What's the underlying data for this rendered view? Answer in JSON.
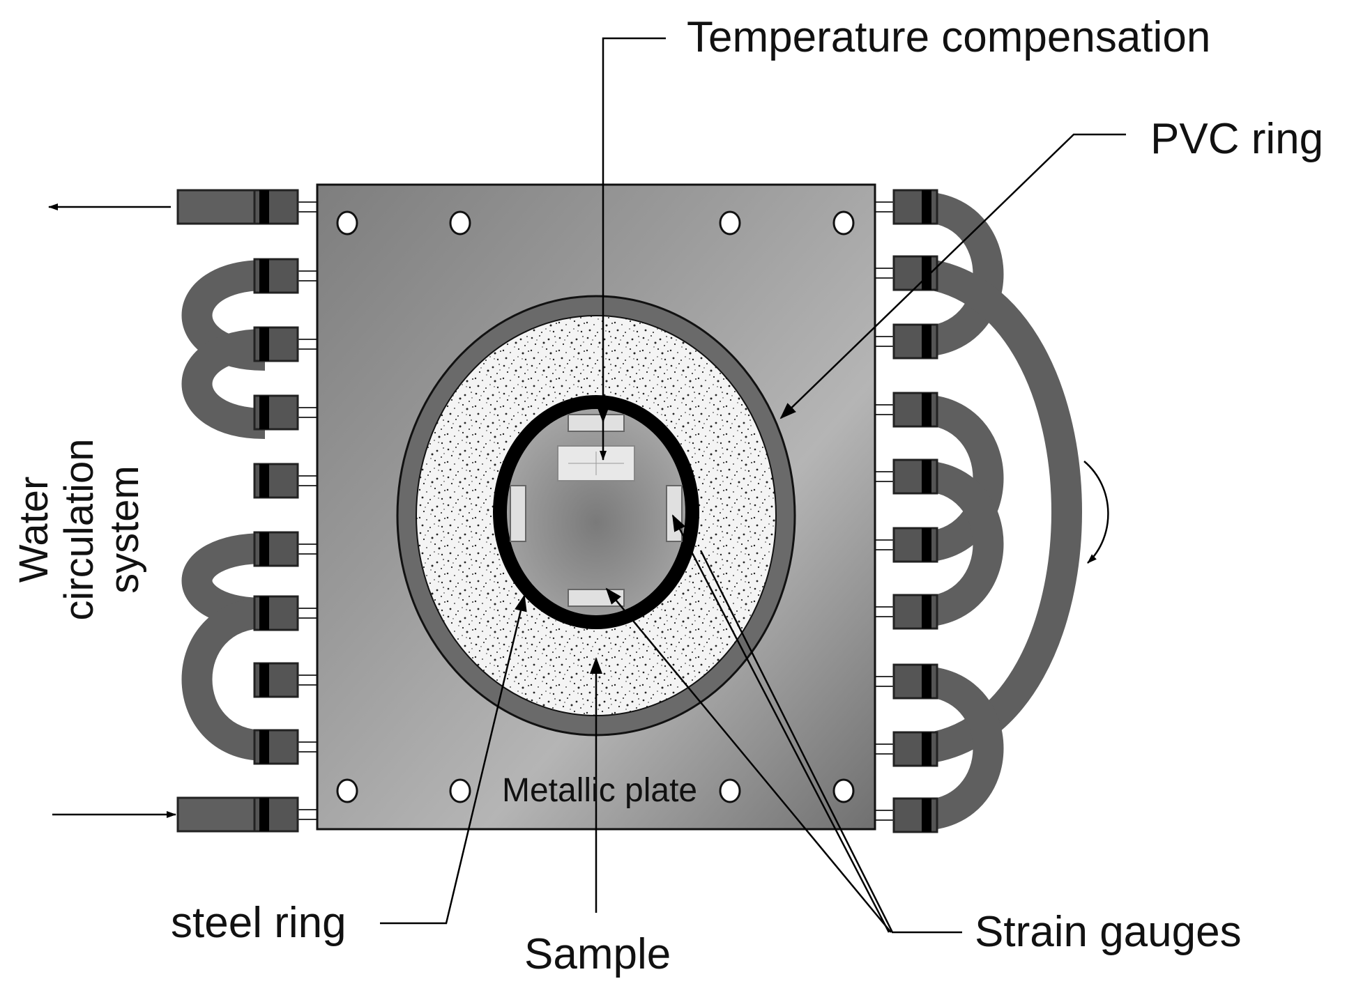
{
  "labels": {
    "temperature_compensation": "Temperature compensation",
    "pvc_ring": "PVC ring",
    "water_circulation_line1": "Water",
    "water_circulation_line2": "circulation",
    "water_circulation_line3": "system",
    "metallic_plate": "Metallic plate",
    "steel_ring": "steel ring",
    "sample": "Sample",
    "strain_gauges": "Strain gauges"
  },
  "colors": {
    "plate_light": "#c9c9c9",
    "plate_dark": "#7d7d7d",
    "tube": "#5f5f5f",
    "pvc_ring": "#6a6a6a",
    "sample_fill": "#f2f2f2",
    "steel_ring": "#000000",
    "gauge": "#e0e0e0",
    "leader_line": "#000000"
  }
}
